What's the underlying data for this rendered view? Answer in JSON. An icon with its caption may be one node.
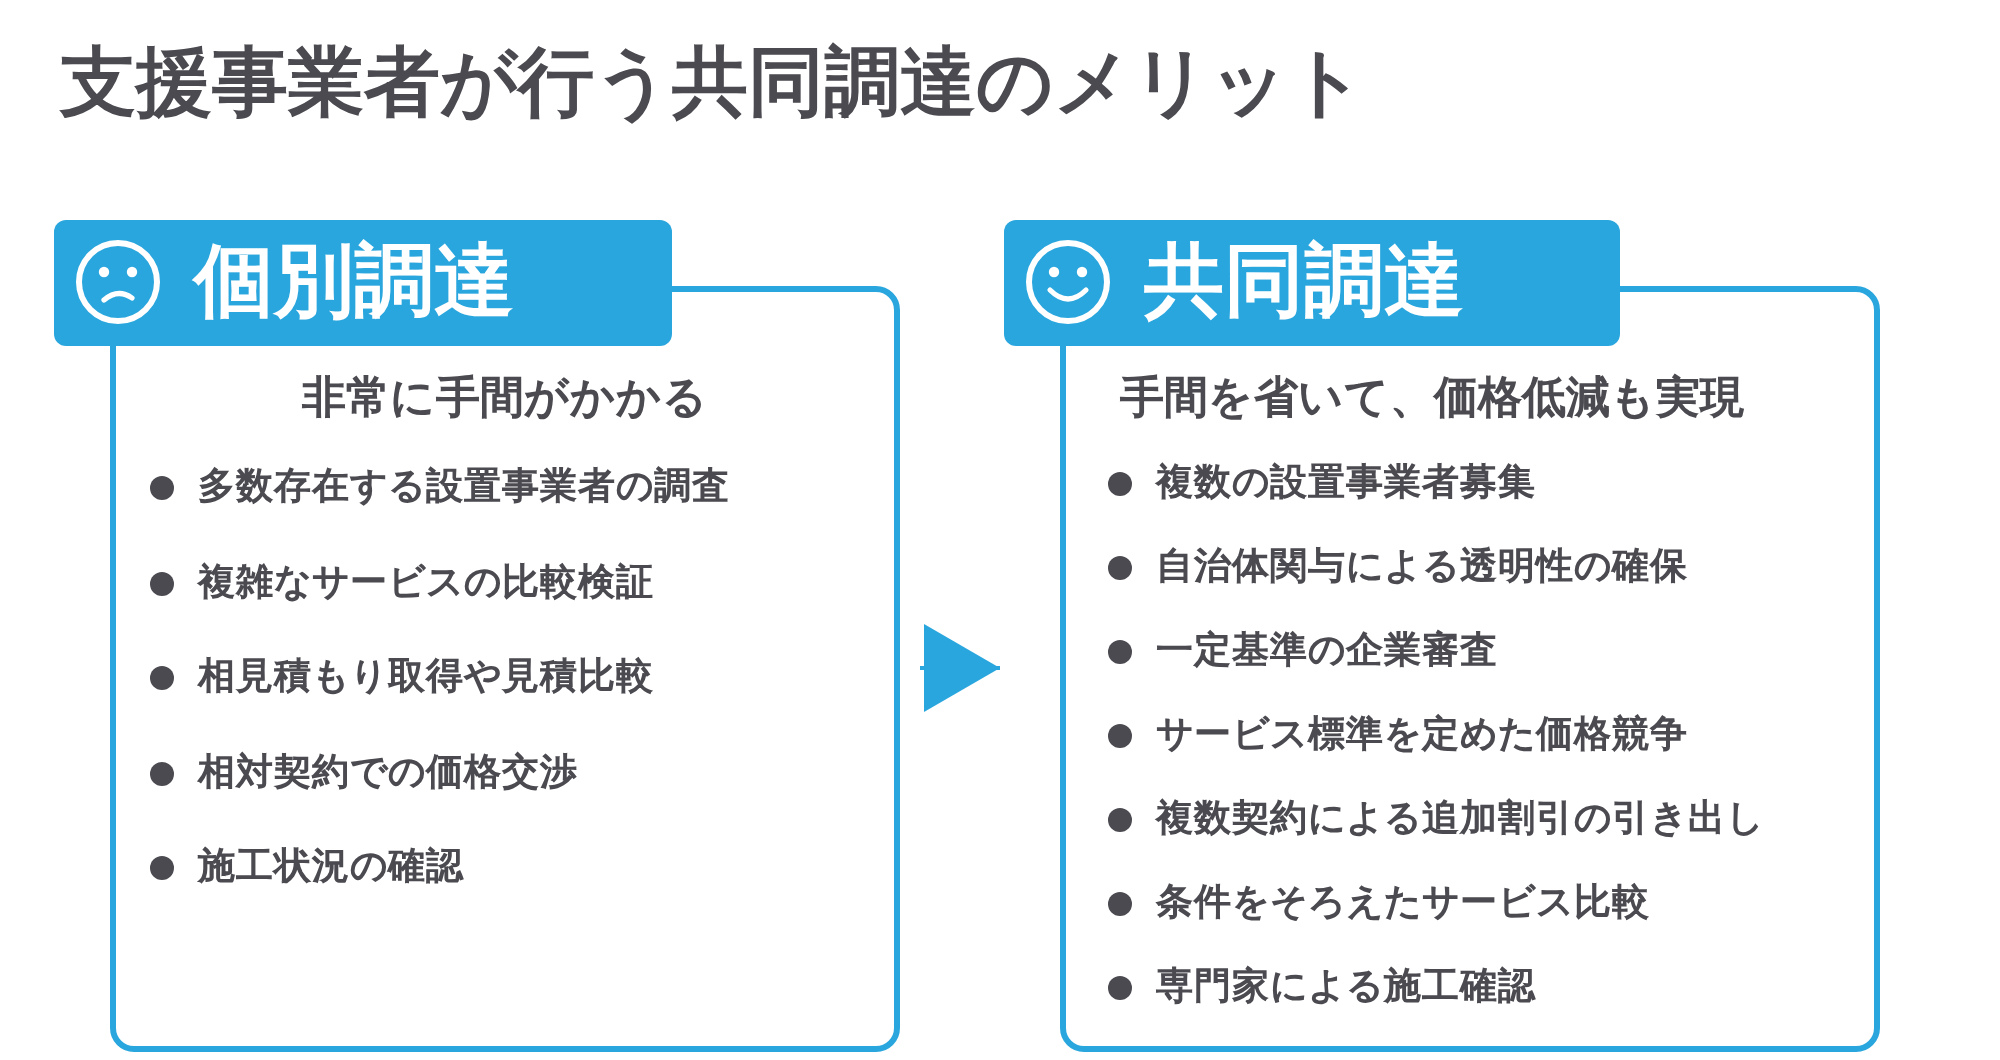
{
  "diagram": {
    "title": "支援事業者が行う共同調達のメリット",
    "nodes": [
      {
        "text": [
          "個別調達",
          "非常に手間がかかる",
          "多数存在する設置事業者の調査",
          "複雑なサービスの比較検証",
          "相見積もり取得や見積比較",
          "相対契約での価格交渉",
          "施工状況の確認"
        ]
      },
      {
        "text": [
          "共同調達",
          "手間を省いて、価格低減も実現",
          "複数の設置事業者募集",
          "自治体関与による透明性の確保",
          "一定基準の企業審査",
          "サービス標準を定めた価格競争",
          "複数契約による追加割引の引き出し",
          "条件をそろえたサービス比較",
          "専門家による施工確認"
        ]
      }
    ],
    "edges": [
      {
        "from": 0,
        "to": 1,
        "arrow": "to"
      }
    ]
  }
}
